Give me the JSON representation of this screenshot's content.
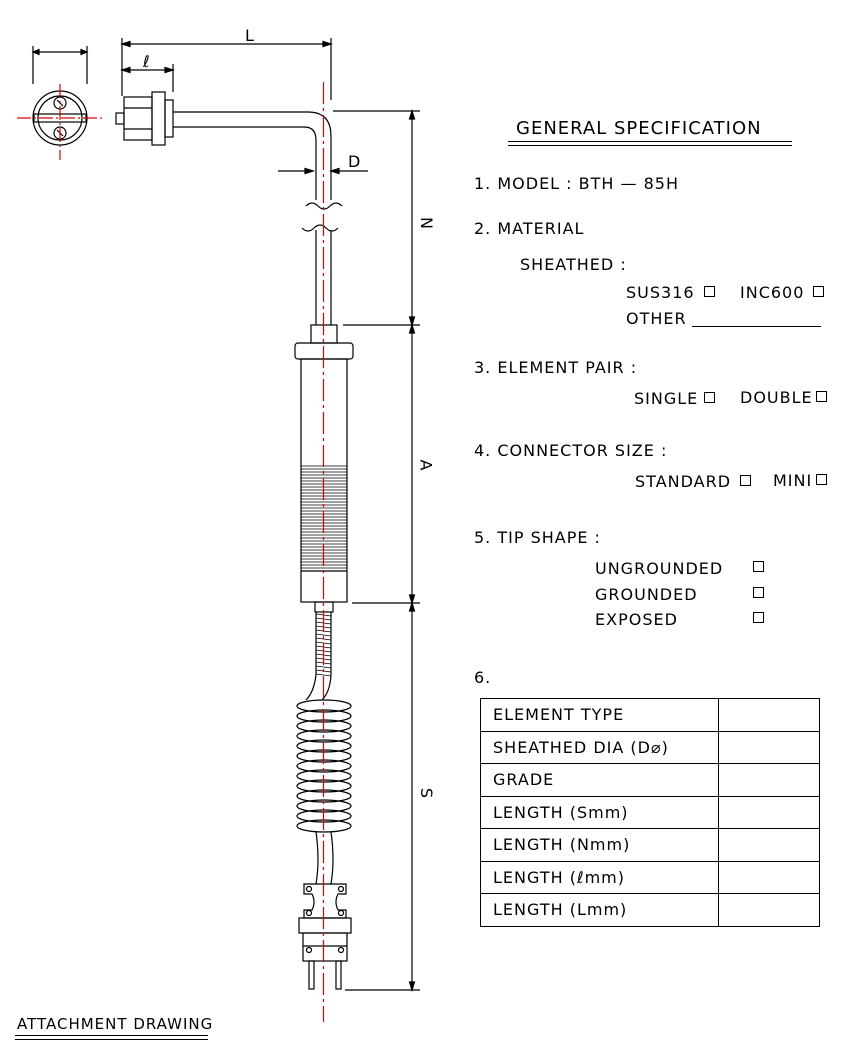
{
  "title": "GENERAL SPECIFICATION",
  "dimension_labels": {
    "L": "L",
    "l": "ℓ",
    "D": "D",
    "N": "N",
    "A": "A",
    "S": "S"
  },
  "spec": {
    "model": "1. MODEL : BTH — 85H",
    "material": {
      "heading": "2. MATERIAL",
      "sub": "SHEATHED :",
      "option1": "SUS316",
      "option2": "INC600",
      "other": "OTHER"
    },
    "element_pair": {
      "heading": "3. ELEMENT PAIR :",
      "option1": "SINGLE",
      "option2": "DOUBLE"
    },
    "connector": {
      "heading": "4. CONNECTOR SIZE :",
      "option1": "STANDARD",
      "option2": "MINI"
    },
    "tip": {
      "heading": "5. TIP SHAPE :",
      "options": [
        "UNGROUNDED",
        "GROUNDED",
        "EXPOSED"
      ]
    },
    "table_number": "6."
  },
  "table_rows": [
    "ELEMENT TYPE",
    "SHEATHED DIA (D⌀)",
    "GRADE",
    "LENGTH (Smm)",
    "LENGTH (Nmm)",
    "LENGTH (ℓmm)",
    "LENGTH (Lmm)"
  ],
  "footer": "ATTACHMENT DRAWING"
}
